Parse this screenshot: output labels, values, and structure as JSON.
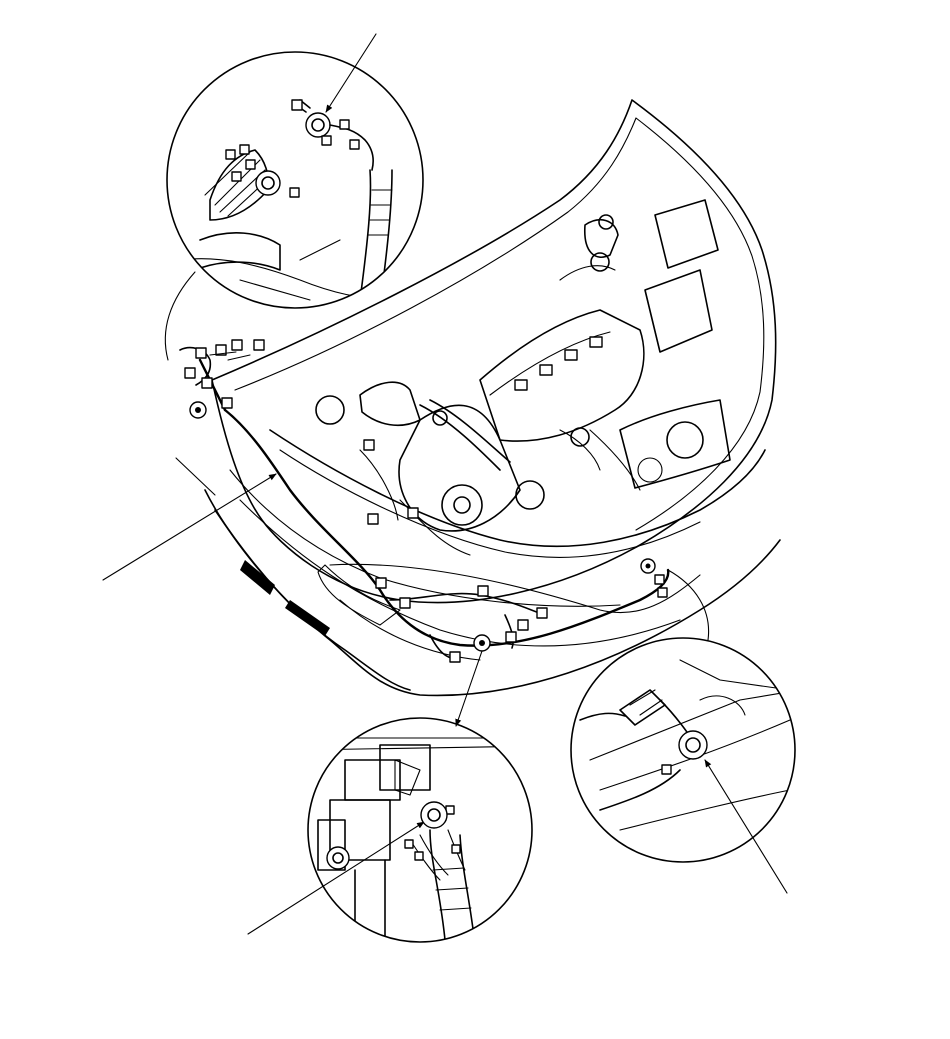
{
  "figure": {
    "kind": "engine compartment wiring harness ground locations",
    "callouts": [
      "top-left-detail",
      "bottom-center-detail",
      "right-detail"
    ],
    "line_color": "#000000",
    "background_color": "#ffffff"
  }
}
